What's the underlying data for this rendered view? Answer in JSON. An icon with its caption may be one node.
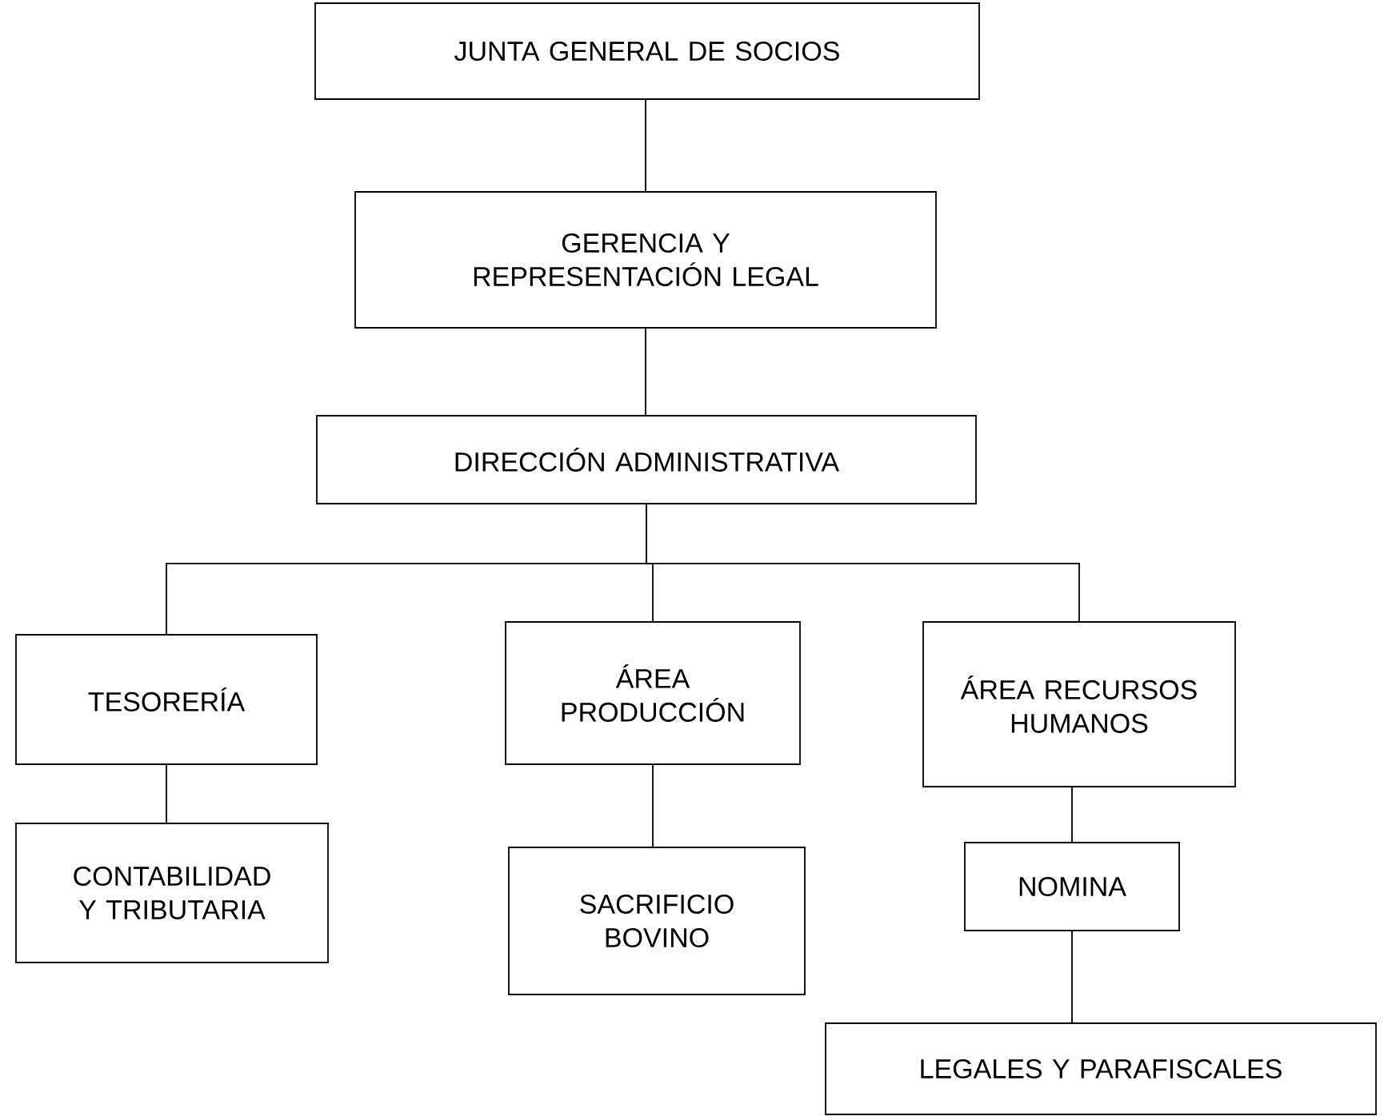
{
  "diagram": {
    "nodes": [
      {
        "text": [
          "JUNTA GENERAL DE SOCIOS"
        ]
      },
      {
        "text": [
          "GERENCIA Y REPRESENTACIÓN LEGAL"
        ]
      },
      {
        "text": [
          "DIRECCIÓN ADMINISTRATIVA"
        ]
      },
      {
        "text": [
          "TESORERÍA"
        ]
      },
      {
        "text": [
          "ÁREA PRODUCCIÓN"
        ]
      },
      {
        "text": [
          "ÁREA RECURSOS HUMANOS"
        ]
      },
      {
        "text": [
          "CONTABILIDAD Y TRIBUTARIA"
        ]
      },
      {
        "text": [
          "SACRIFICIO BOVINO"
        ]
      },
      {
        "text": [
          "NOMINA"
        ]
      },
      {
        "text": [
          "LEGALES Y PARAFISCALES"
        ]
      }
    ],
    "edges": [
      {
        "from": 0,
        "to": 1,
        "arrow": "none"
      },
      {
        "from": 1,
        "to": 2,
        "arrow": "none"
      },
      {
        "from": 2,
        "to": 3,
        "arrow": "none"
      },
      {
        "from": 2,
        "to": 4,
        "arrow": "none"
      },
      {
        "from": 2,
        "to": 5,
        "arrow": "none"
      },
      {
        "from": 3,
        "to": 6,
        "arrow": "none"
      },
      {
        "from": 4,
        "to": 7,
        "arrow": "none"
      },
      {
        "from": 5,
        "to": 8,
        "arrow": "none"
      },
      {
        "from": 8,
        "to": 9,
        "arrow": "none"
      }
    ]
  }
}
